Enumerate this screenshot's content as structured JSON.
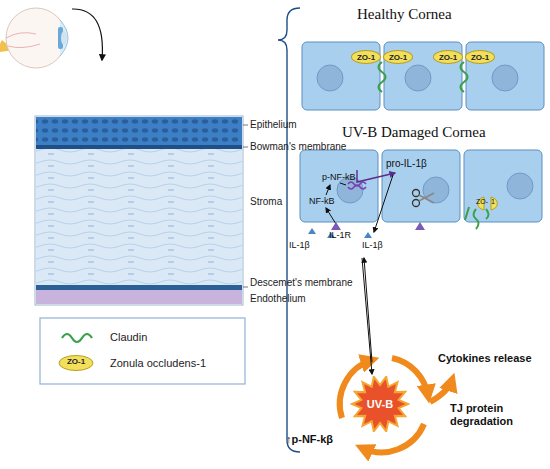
{
  "diagram": {
    "nodes": [
      {
        "text": [
          "ZO-1"
        ]
      },
      {
        "text": [
          "ZO-1"
        ]
      },
      {
        "text": [
          "ZO-1"
        ]
      },
      {
        "text": [
          "ZO-1"
        ]
      },
      {
        "text": [
          "UV-B"
        ]
      }
    ],
    "labels": [
      "Epithelium",
      "Bowman's membrane",
      "Stroma",
      "Descemet's membrane",
      "Endothelium",
      "ZO-1",
      "Healthy Cornea",
      "UV-B Damaged Cornea",
      "pro-IL-1β",
      "p-NF-kB",
      "NF-kB",
      "IL-1R",
      "IL-1β",
      "IL-1β",
      "ZO-",
      "1",
      "Cytokines release",
      "TJ protein degradation",
      "↑p-NF-kβ"
    ],
    "legend": [
      {
        "text": "Claudin"
      },
      {
        "text": "Zonula occludens-1"
      }
    ]
  }
}
